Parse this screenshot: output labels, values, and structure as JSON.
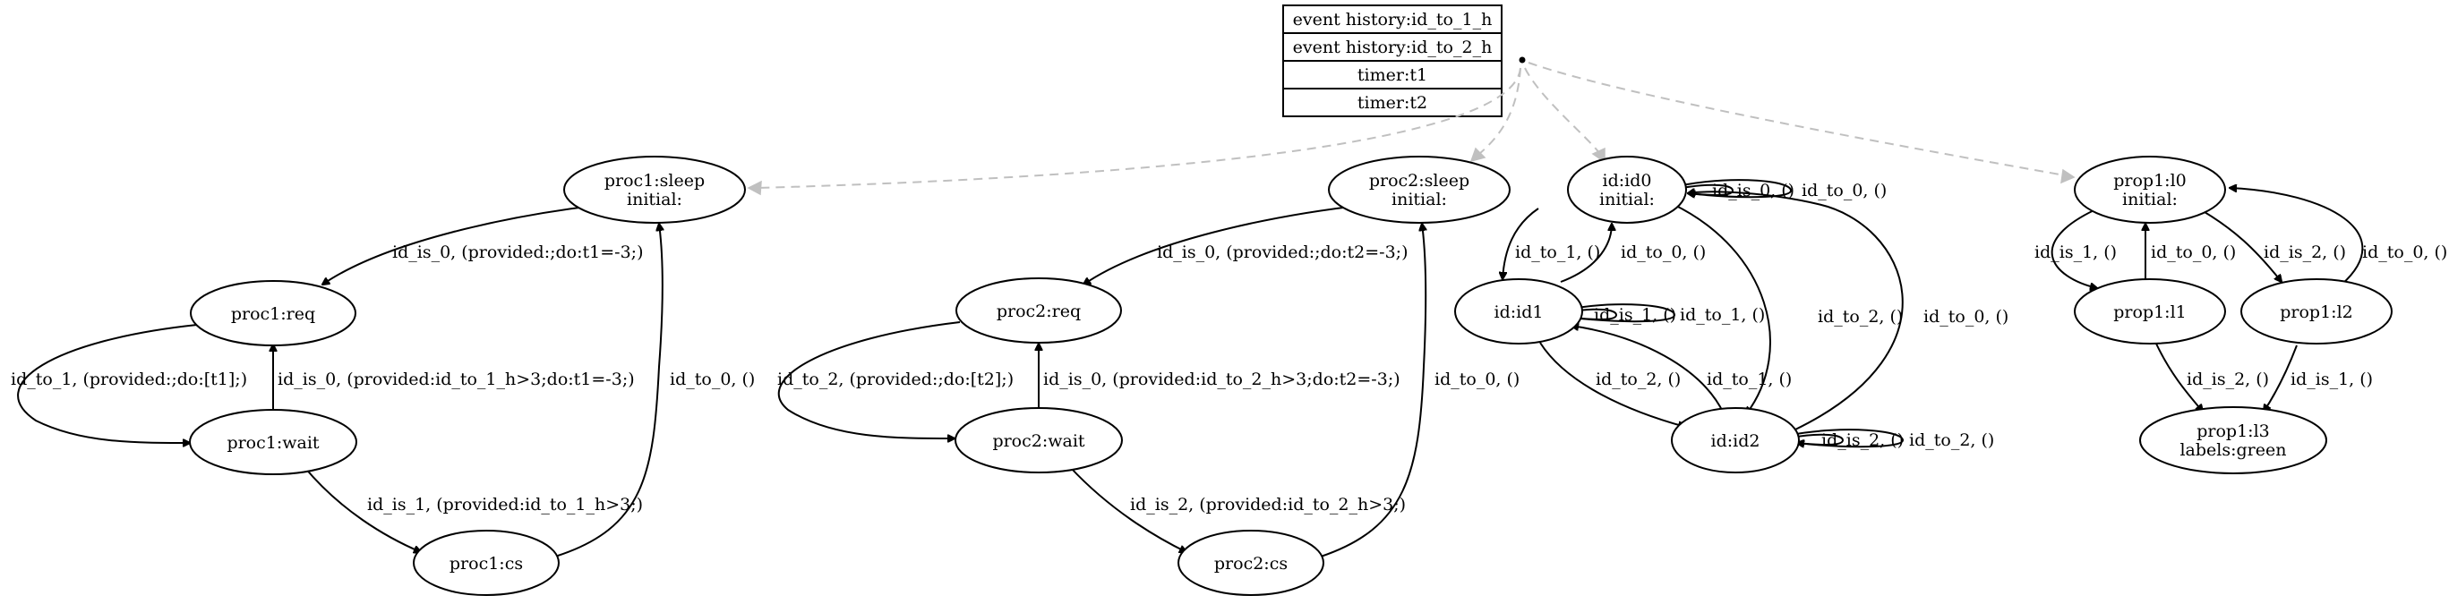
{
  "info_table": {
    "rows": [
      "event history:id_to_1_h",
      "event history:id_to_2_h",
      "timer:t1",
      "timer:t2"
    ]
  },
  "nodes": {
    "proc1_sleep": [
      "proc1:sleep",
      "initial:"
    ],
    "proc1_req": [
      "proc1:req"
    ],
    "proc1_wait": [
      "proc1:wait"
    ],
    "proc1_cs": [
      "proc1:cs"
    ],
    "proc2_sleep": [
      "proc2:sleep",
      "initial:"
    ],
    "proc2_req": [
      "proc2:req"
    ],
    "proc2_wait": [
      "proc2:wait"
    ],
    "proc2_cs": [
      "proc2:cs"
    ],
    "id_id0": [
      "id:id0",
      "initial:"
    ],
    "id_id1": [
      "id:id1"
    ],
    "id_id2": [
      "id:id2"
    ],
    "prop1_l0": [
      "prop1:l0",
      "initial:"
    ],
    "prop1_l1": [
      "prop1:l1"
    ],
    "prop1_l2": [
      "prop1:l2"
    ],
    "prop1_l3": [
      "prop1:l3",
      "labels:green"
    ]
  },
  "edge_labels": {
    "p1_sleep_req": "id_is_0, (provided:;do:t1=-3;)",
    "p1_req_wait": "id_to_1, (provided:;do:[t1];)",
    "p1_wait_req": "id_is_0, (provided:id_to_1_h>3;do:t1=-3;)",
    "p1_wait_cs": "id_is_1, (provided:id_to_1_h>3;)",
    "p1_cs_sleep": "id_to_0, ()",
    "p2_sleep_req": "id_is_0, (provided:;do:t2=-3;)",
    "p2_req_wait": "id_to_2, (provided:;do:[t2];)",
    "p2_wait_req": "id_is_0, (provided:id_to_2_h>3;do:t2=-3;)",
    "p2_wait_cs": "id_is_2, (provided:id_to_2_h>3;)",
    "p2_cs_sleep": "id_to_0, ()",
    "id0_self_a": "id_is_0, ()",
    "id0_self_b": "id_to_0, ()",
    "id0_id1": "id_to_1, ()",
    "id1_id0": "id_to_0, ()",
    "id0_id2": "id_to_2, ()",
    "id2_id0": "id_to_0, ()",
    "id1_self_a": "id_is_1, ()",
    "id1_self_b": "id_to_1, ()",
    "id1_id2": "id_to_2, ()",
    "id2_id1": "id_to_1, ()",
    "id2_self_a": "id_is_2, ()",
    "id2_self_b": "id_to_2, ()",
    "l0_l1": "id_is_1, ()",
    "l1_l0": "id_to_0, ()",
    "l0_l2": "id_is_2, ()",
    "l2_l0": "id_to_0, ()",
    "l1_l3": "id_is_2, ()",
    "l2_l3": "id_is_1, ()"
  }
}
